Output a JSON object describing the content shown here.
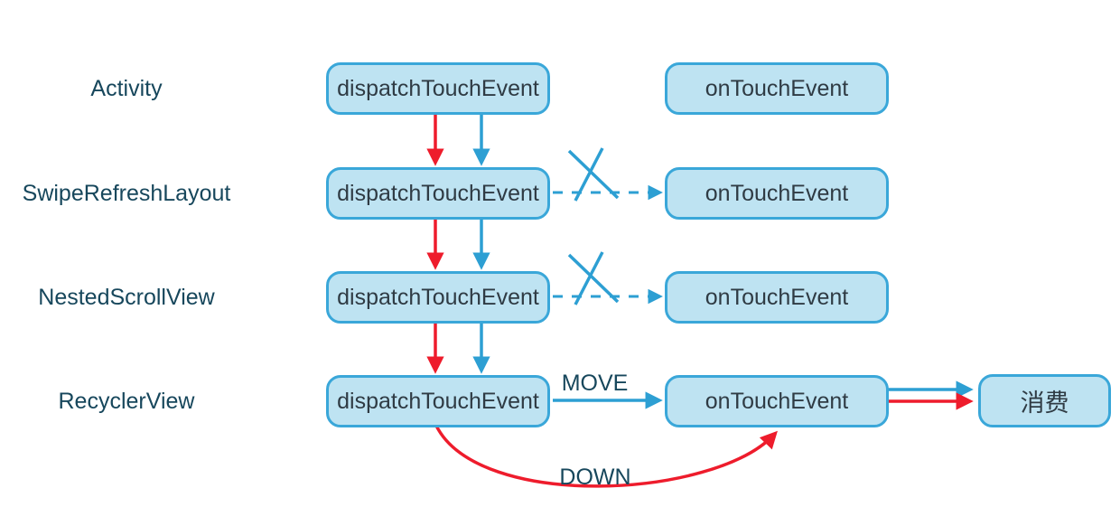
{
  "diagram": {
    "title_hint": "Android touch event dispatch flow",
    "rows": [
      {
        "label": "Activity",
        "dispatch_box": "dispatchTouchEvent",
        "ontouch_box": "onTouchEvent"
      },
      {
        "label": "SwipeRefreshLayout",
        "dispatch_box": "dispatchTouchEvent",
        "ontouch_box": "onTouchEvent"
      },
      {
        "label": "NestedScrollView",
        "dispatch_box": "dispatchTouchEvent",
        "ontouch_box": "onTouchEvent"
      },
      {
        "label": "RecyclerView",
        "dispatch_box": "dispatchTouchEvent",
        "ontouch_box": "onTouchEvent"
      }
    ],
    "consume_box": "消费",
    "edge_labels": {
      "move": "MOVE",
      "down": "DOWN"
    },
    "edges": [
      {
        "from": "Activity.dispatchTouchEvent",
        "to": "SwipeRefreshLayout.dispatchTouchEvent",
        "color": "red",
        "style": "solid"
      },
      {
        "from": "Activity.dispatchTouchEvent",
        "to": "SwipeRefreshLayout.dispatchTouchEvent",
        "color": "blue",
        "style": "solid"
      },
      {
        "from": "SwipeRefreshLayout.dispatchTouchEvent",
        "to": "NestedScrollView.dispatchTouchEvent",
        "color": "red",
        "style": "solid"
      },
      {
        "from": "SwipeRefreshLayout.dispatchTouchEvent",
        "to": "NestedScrollView.dispatchTouchEvent",
        "color": "blue",
        "style": "solid"
      },
      {
        "from": "NestedScrollView.dispatchTouchEvent",
        "to": "RecyclerView.dispatchTouchEvent",
        "color": "red",
        "style": "solid"
      },
      {
        "from": "NestedScrollView.dispatchTouchEvent",
        "to": "RecyclerView.dispatchTouchEvent",
        "color": "blue",
        "style": "solid"
      },
      {
        "from": "SwipeRefreshLayout.dispatchTouchEvent",
        "to": "SwipeRefreshLayout.onTouchEvent",
        "color": "blue",
        "style": "dashed-blocked"
      },
      {
        "from": "NestedScrollView.dispatchTouchEvent",
        "to": "NestedScrollView.onTouchEvent",
        "color": "blue",
        "style": "dashed-blocked"
      },
      {
        "from": "RecyclerView.dispatchTouchEvent",
        "to": "RecyclerView.onTouchEvent",
        "color": "blue",
        "style": "solid",
        "label": "MOVE"
      },
      {
        "from": "RecyclerView.dispatchTouchEvent",
        "to": "RecyclerView.onTouchEvent",
        "color": "red",
        "style": "curved",
        "label": "DOWN"
      },
      {
        "from": "RecyclerView.onTouchEvent",
        "to": "消费",
        "color": "blue",
        "style": "solid"
      },
      {
        "from": "RecyclerView.onTouchEvent",
        "to": "消费",
        "color": "red",
        "style": "solid"
      }
    ],
    "colors": {
      "background": "#FFFFFF",
      "box_fill": "#BEE3F2",
      "box_border": "#3AA7D9",
      "arrow_blue": "#2D9FD3",
      "arrow_red": "#EE1C2C",
      "label_text": "#17475C",
      "box_text": "#2F3B44"
    }
  }
}
